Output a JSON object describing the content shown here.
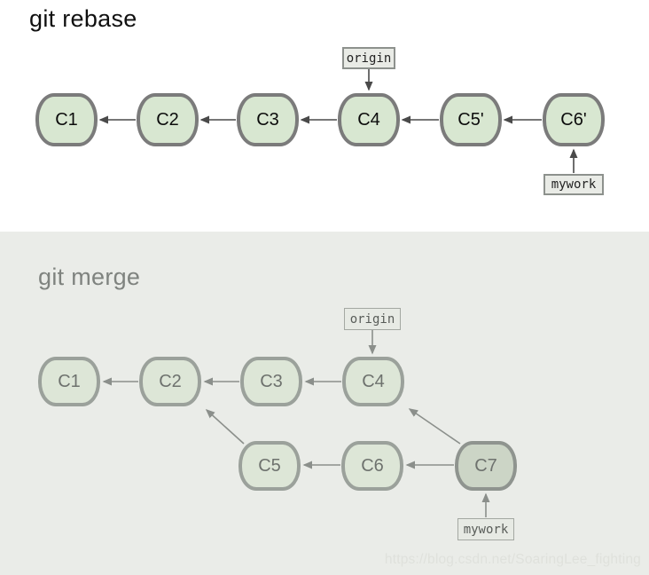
{
  "rebase": {
    "title": "git rebase",
    "commits": [
      {
        "id": "C1",
        "label": "C1"
      },
      {
        "id": "C2",
        "label": "C2"
      },
      {
        "id": "C3",
        "label": "C3"
      },
      {
        "id": "C4",
        "label": "C4"
      },
      {
        "id": "C5'",
        "label": "C5'"
      },
      {
        "id": "C6'",
        "label": "C6'"
      }
    ],
    "edges": [
      {
        "from": "C2",
        "to": "C1"
      },
      {
        "from": "C3",
        "to": "C2"
      },
      {
        "from": "C4",
        "to": "C3"
      },
      {
        "from": "C5'",
        "to": "C4"
      },
      {
        "from": "C6'",
        "to": "C5'"
      }
    ],
    "labels": {
      "origin": "origin",
      "mywork": "mywork"
    },
    "pointers": [
      {
        "label": "origin",
        "points_to": "C4"
      },
      {
        "label": "mywork",
        "points_to": "C6'"
      }
    ]
  },
  "merge": {
    "title": "git merge",
    "main_commits": [
      {
        "id": "C1",
        "label": "C1"
      },
      {
        "id": "C2",
        "label": "C2"
      },
      {
        "id": "C3",
        "label": "C3"
      },
      {
        "id": "C4",
        "label": "C4"
      }
    ],
    "branch_commits": [
      {
        "id": "C5",
        "label": "C5"
      },
      {
        "id": "C6",
        "label": "C6"
      },
      {
        "id": "C7",
        "label": "C7",
        "highlighted": true
      }
    ],
    "edges": [
      {
        "from": "C2",
        "to": "C1"
      },
      {
        "from": "C3",
        "to": "C2"
      },
      {
        "from": "C4",
        "to": "C3"
      },
      {
        "from": "C5",
        "to": "C2"
      },
      {
        "from": "C6",
        "to": "C5"
      },
      {
        "from": "C7",
        "to": "C6"
      },
      {
        "from": "C7",
        "to": "C4"
      }
    ],
    "labels": {
      "origin": "origin",
      "mywork": "mywork"
    },
    "pointers": [
      {
        "label": "origin",
        "points_to": "C4"
      },
      {
        "label": "mywork",
        "points_to": "C7"
      }
    ]
  },
  "watermark": "https://blog.csdn.net/SoaringLee_fighting",
  "colors": {
    "top_background": "#ffffff",
    "merge_panel_background": "#eaece8",
    "commit_fill": "#d8e7d1",
    "commit_border": "#7b7b7b",
    "merge_commit_fill": "#dde6d7",
    "merge_commit_border": "#9ba19b",
    "merge_commit_c7_fill": "#ccd5c6",
    "tag_fill": "#e9ebe6",
    "arrow_rebase": "#4a4a4a",
    "arrow_merge": "#8b8f8b",
    "watermark_text": "#dfe1dc"
  }
}
